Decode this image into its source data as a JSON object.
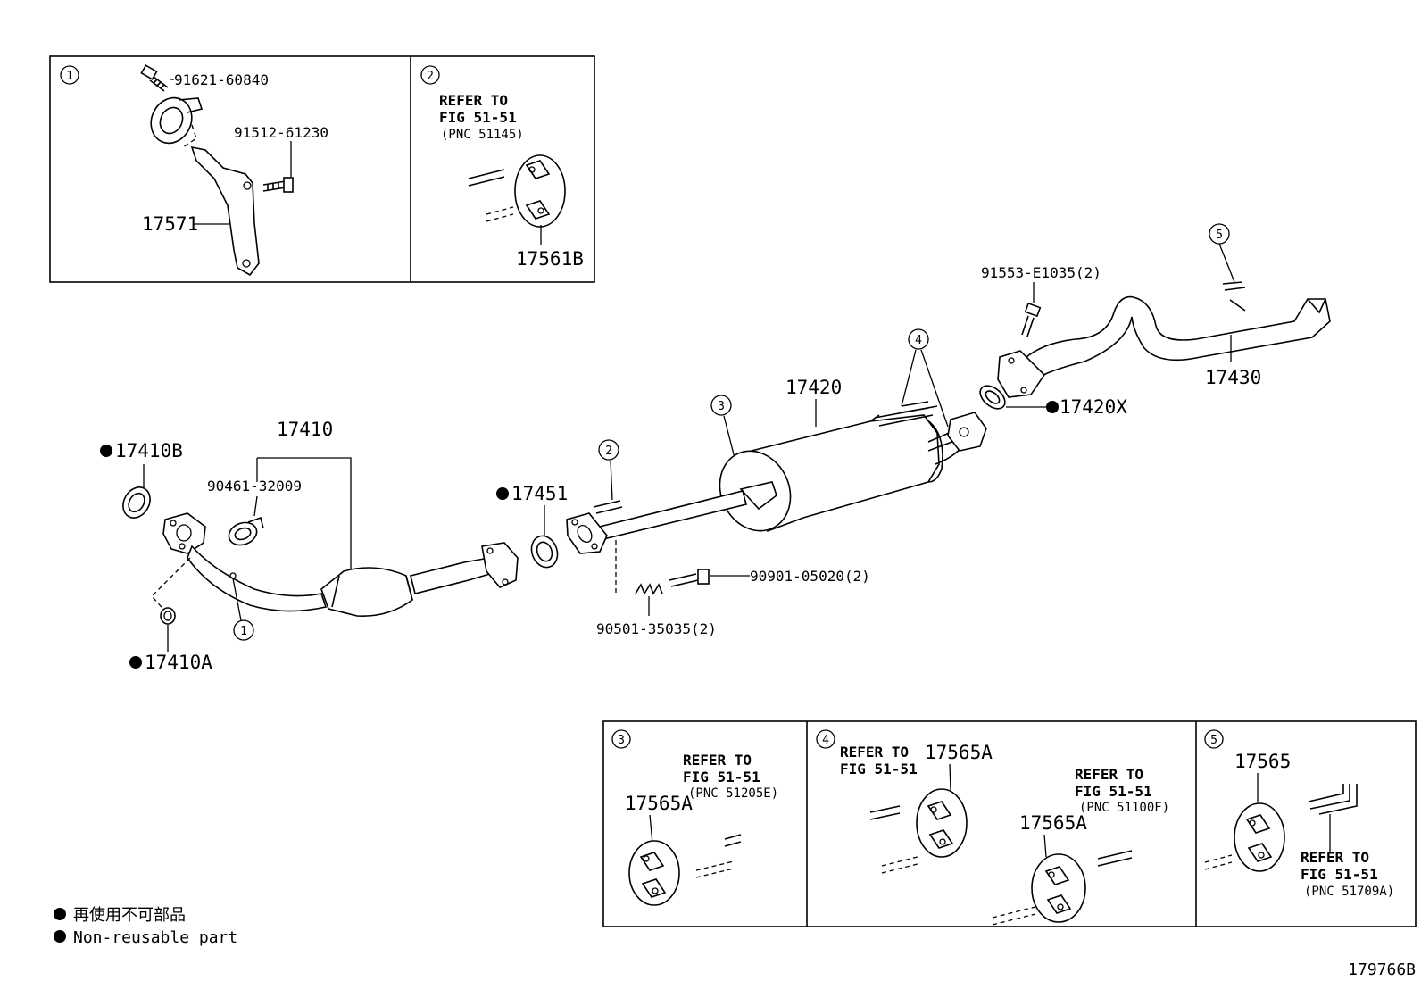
{
  "callouts": [
    "1",
    "2",
    "3",
    "4",
    "5"
  ],
  "parts": {
    "p91621": "91621-60840",
    "p91512": "91512-61230",
    "p17571": "17571",
    "p17561B": "17561B",
    "p91553": "91553-E1035(2)",
    "p17430": "17430",
    "p17420": "17420",
    "p17420X": "17420X",
    "p17410": "17410",
    "p17410B": "17410B",
    "p90461": "90461-32009",
    "p17451": "17451",
    "p90901": "90901-05020(2)",
    "p90501": "90501-35035(2)",
    "p17410A": "17410A",
    "p17565A_a": "17565A",
    "p17565A_b": "17565A",
    "p17565A_c": "17565A",
    "p17565": "17565"
  },
  "refs": {
    "r1": {
      "line1": "REFER TO",
      "line2": "FIG 51-51",
      "line3": "(PNC 51145)"
    },
    "r3": {
      "line1": "REFER TO",
      "line2": "FIG 51-51",
      "line3": "(PNC 51205E)"
    },
    "r4a": {
      "line1": "REFER TO",
      "line2": "FIG 51-51"
    },
    "r4b": {
      "line1": "REFER TO",
      "line2": "FIG 51-51",
      "line3": "(PNC 51100F)"
    },
    "r5": {
      "line1": "REFER TO",
      "line2": "FIG 51-51",
      "line3": "(PNC 51709A)"
    }
  },
  "legend": {
    "jp": "再使用不可部品",
    "en": "Non-reusable part"
  },
  "diagram_id": "179766B"
}
